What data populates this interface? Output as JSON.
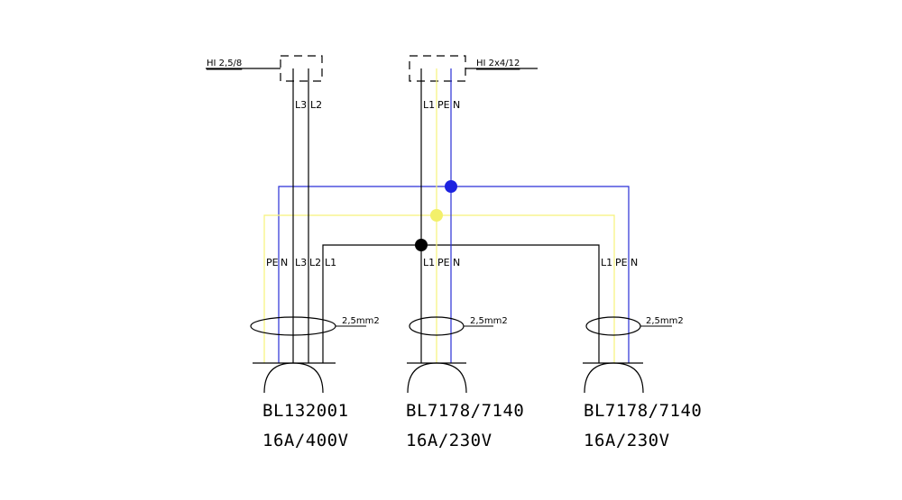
{
  "colors": {
    "black": "#000000",
    "pe": "#f6f27a",
    "n": "#2a2fd6",
    "pe_dot": "#f3f06a",
    "n_dot": "#1c22e0",
    "l1_dot": "#000000"
  },
  "feeds": [
    {
      "id": "feed-left",
      "cable_label": "HI 2,5/8",
      "conductors": [
        "L3",
        "L2"
      ]
    },
    {
      "id": "feed-right",
      "cable_label": "HI 2x4/12",
      "conductors": [
        "L1",
        "PE",
        "N"
      ]
    }
  ],
  "sockets": [
    {
      "id": "socket-1",
      "conductors": [
        "PE",
        "N",
        "L3",
        "L2",
        "L1"
      ],
      "cable_size": "2,5mm2",
      "model": "BL132001",
      "rating": "16A/400V"
    },
    {
      "id": "socket-2",
      "conductors": [
        "L1",
        "PE",
        "N"
      ],
      "cable_size": "2,5mm2",
      "model": "BL7178/7140",
      "rating": "16A/230V"
    },
    {
      "id": "socket-3",
      "conductors": [
        "L1",
        "PE",
        "N"
      ],
      "cable_size": "2,5mm2",
      "model": "BL7178/7140",
      "rating": "16A/230V"
    }
  ],
  "junctions": [
    {
      "name": "n-junction-dot",
      "conductor": "N"
    },
    {
      "name": "pe-junction-dot",
      "conductor": "PE"
    },
    {
      "name": "l1-junction-dot",
      "conductor": "L1"
    }
  ]
}
